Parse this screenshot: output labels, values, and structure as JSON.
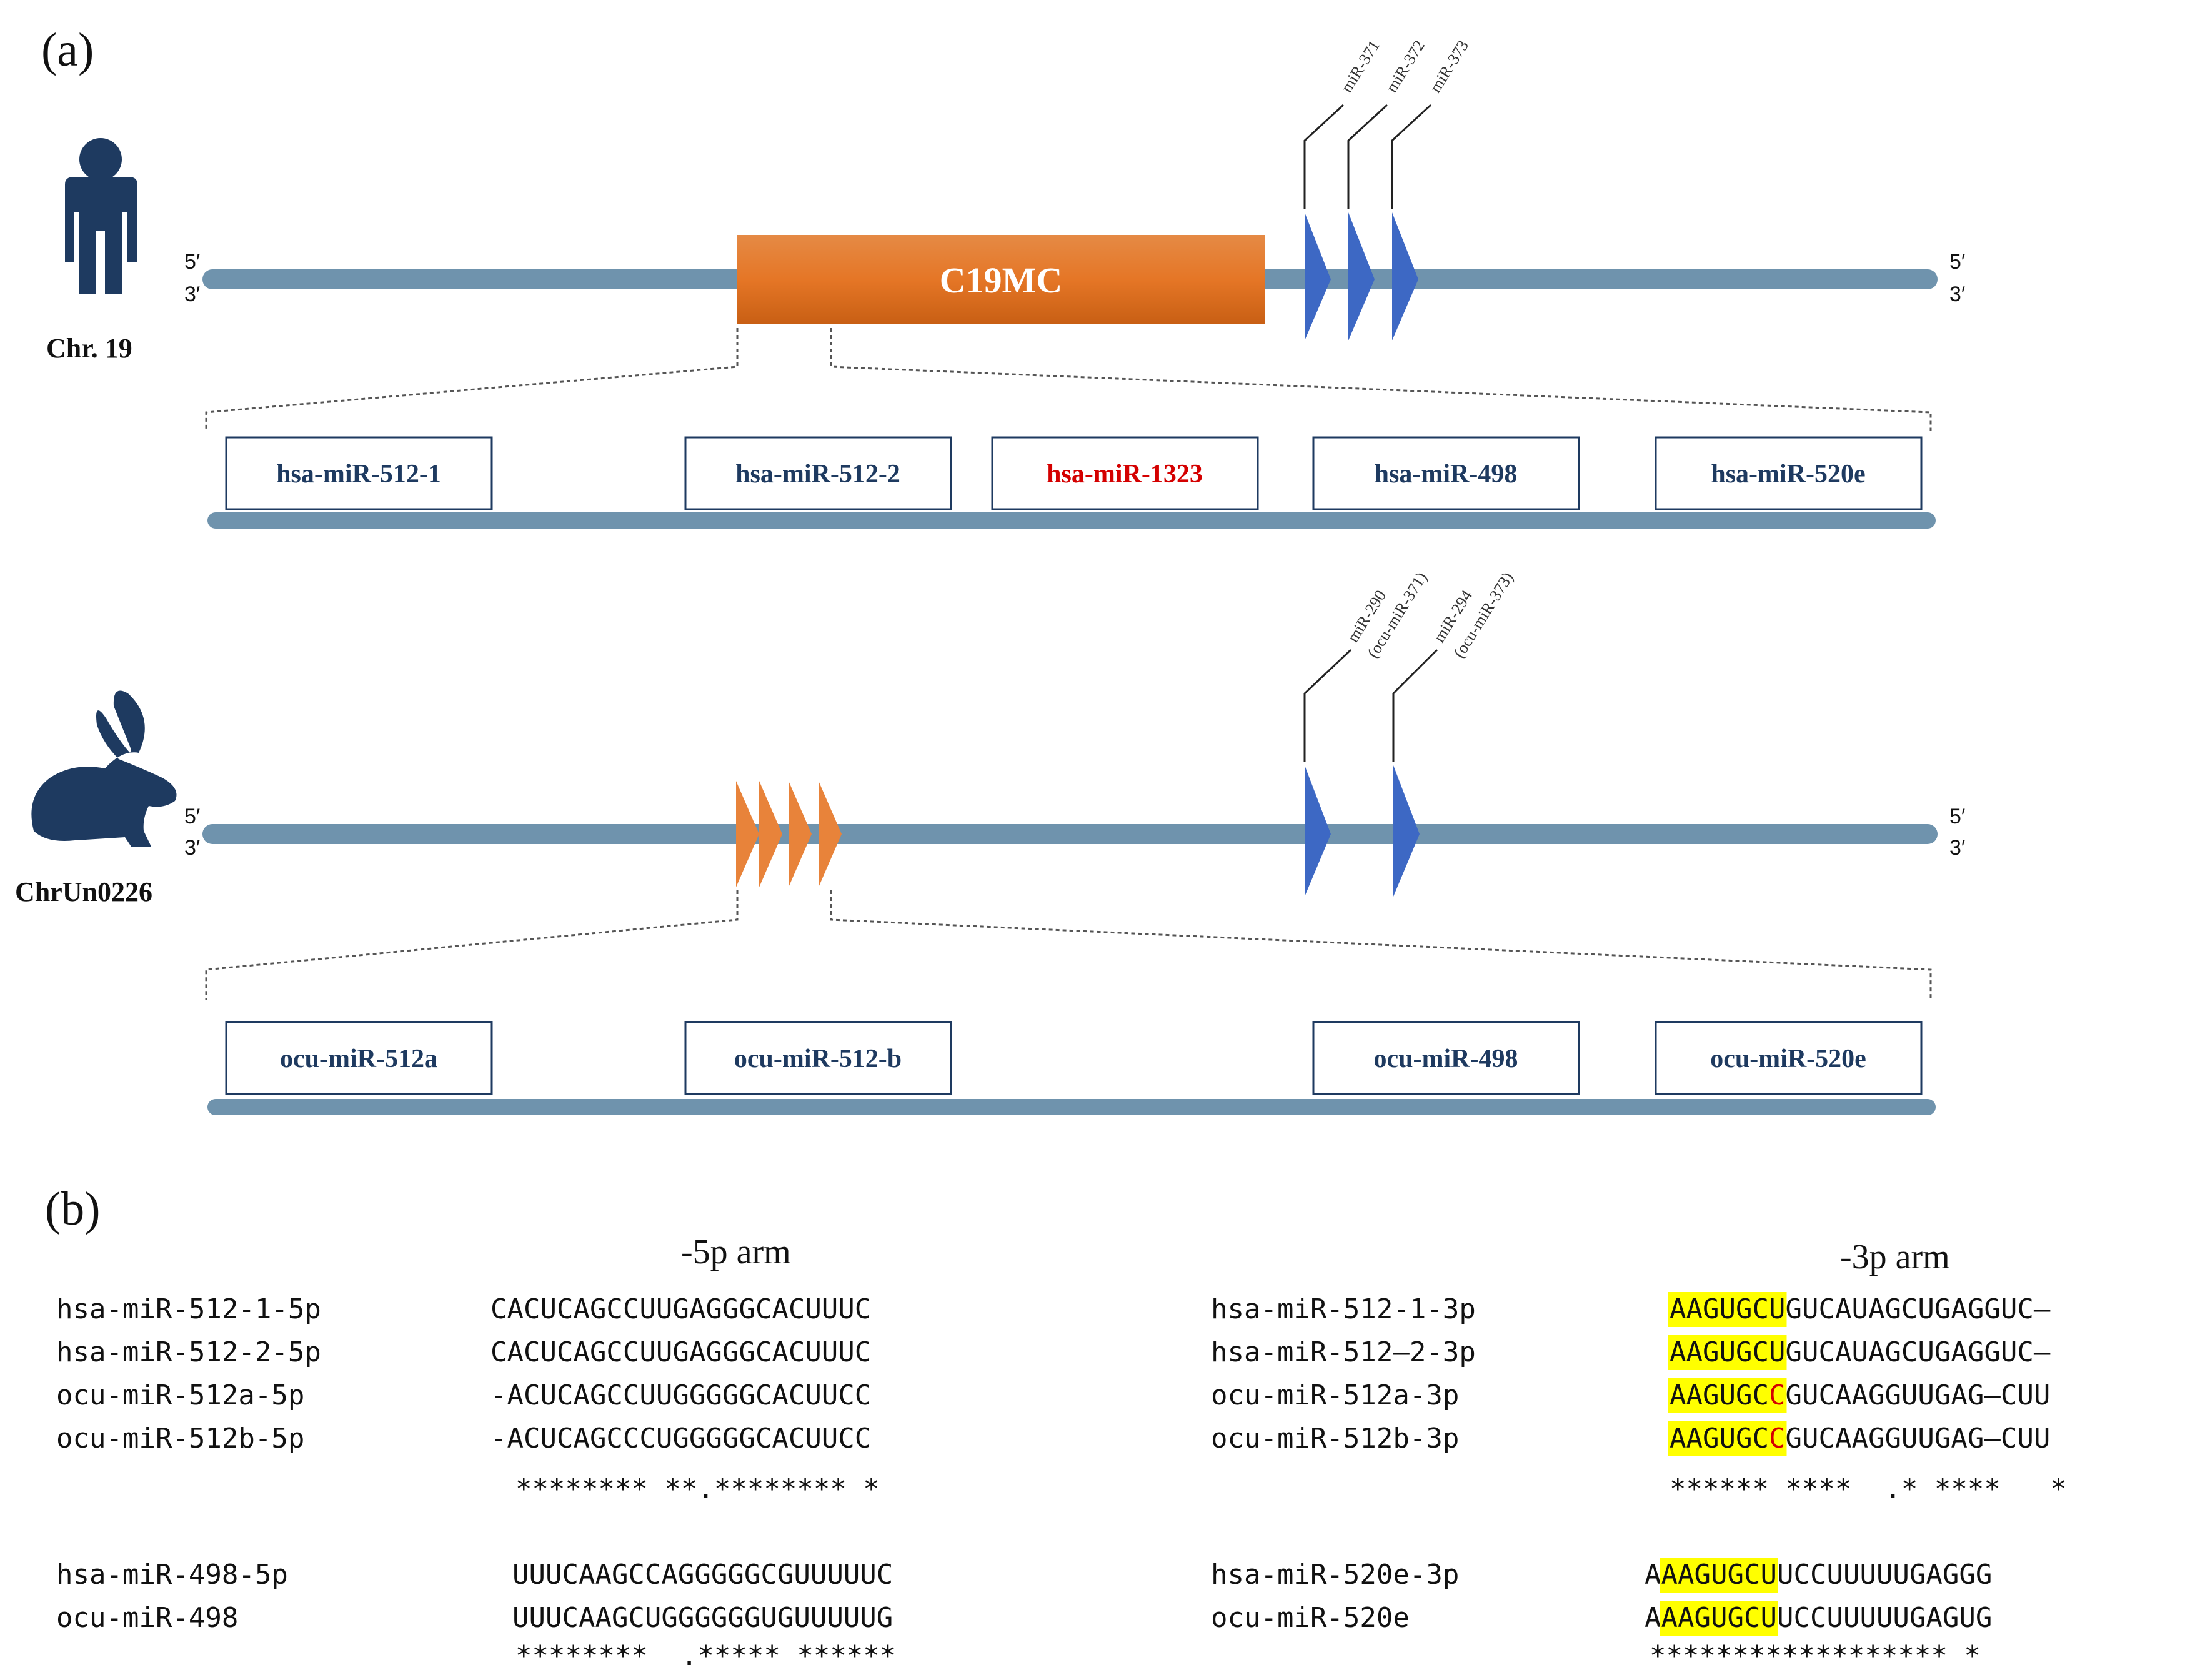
{
  "panel_a_label": "(a)",
  "panel_b_label": "(b)",
  "strand_labels": {
    "five": "5′",
    "three": "3′"
  },
  "colors": {
    "line": "#6f93ad",
    "navy": "#1e3a60",
    "orange": "#e8833a",
    "blue_arrow": "#3d68c4",
    "red": "#d40000",
    "highlight": "#ffff00"
  },
  "human": {
    "chr_label": "Chr. 19",
    "cluster_label": "C19MC",
    "mir_labels": [
      "miR-371",
      "miR-372",
      "miR-373"
    ],
    "boxes": [
      {
        "label": "hsa-miR-512-1",
        "red": false
      },
      {
        "label": "hsa-miR-512-2",
        "red": false
      },
      {
        "label": "hsa-miR-1323",
        "red": true
      },
      {
        "label": "hsa-miR-498",
        "red": false
      },
      {
        "label": "hsa-miR-520e",
        "red": false
      }
    ]
  },
  "rabbit": {
    "chr_label": "ChrUn0226",
    "mir_labels": [
      {
        "line1": "miR-290",
        "line2": "(ocu-miR-371)"
      },
      {
        "line1": "miR-294",
        "line2": "(ocu-miR-373)"
      }
    ],
    "boxes": [
      {
        "label": "ocu-miR-512a"
      },
      {
        "label": "ocu-miR-512-b"
      },
      {
        "label": "ocu-miR-498"
      },
      {
        "label": "ocu-miR-520e"
      }
    ]
  },
  "alignment": {
    "arm5_header": "-5p arm",
    "arm3_header": "-3p arm",
    "left_group1": [
      {
        "name": "hsa-miR-512-1-5p",
        "seq": "CACUCAGCCUUGAGGGCACUUUC"
      },
      {
        "name": "hsa-miR-512-2-5p",
        "seq": "CACUCAGCCUUGAGGGCACUUUC"
      },
      {
        "name": "ocu-miR-512a-5p",
        "seq": "-ACUCAGCCUUGGGGGCACUUCC"
      },
      {
        "name": "ocu-miR-512b-5p",
        "seq": "-ACUCAGCCCUGGGGGCACUUCC"
      }
    ],
    "left_group1_stars": "******** **.******** *",
    "left_group2": [
      {
        "name": "hsa-miR-498-5p",
        "seq": "UUUCAAGCCAGGGGGCGUUUUUC"
      },
      {
        "name": "ocu-miR-498",
        "seq": "UUUCAAGCUGGGGGGUGUUUUUG"
      }
    ],
    "left_group2_stars": "********  .***** ******",
    "right_group1": [
      {
        "name": "hsa-miR-512-1-3p",
        "hl": "AAGUGCU",
        "red": "",
        "rest": "GUCAUAGCUGAGGUC—"
      },
      {
        "name": "hsa-miR-512—2-3p",
        "hl": "AAGUGCU",
        "red": "",
        "rest": "GUCAUAGCUGAGGUC—"
      },
      {
        "name": "ocu-miR-512a-3p",
        "hl": "AAGUGC",
        "red": "C",
        "rest": "GUCAAGGUUGAG—CUU"
      },
      {
        "name": "ocu-miR-512b-3p",
        "hl": "AAGUGC",
        "red": "C",
        "rest": "GUCAAGGUUGAG—CUU"
      }
    ],
    "right_group1_stars": "****** ****  .* ****   *",
    "right_group2": [
      {
        "name": "hsa-miR-520e-3p",
        "pre": "A",
        "hl": "AAGUGCU",
        "rest": "UCCUUUUUGAGGG"
      },
      {
        "name": "ocu-miR-520e",
        "pre": "A",
        "hl": "AAGUGCU",
        "rest": "UCCUUUUUGAGUG"
      }
    ],
    "right_group2_stars": "****************** *"
  }
}
